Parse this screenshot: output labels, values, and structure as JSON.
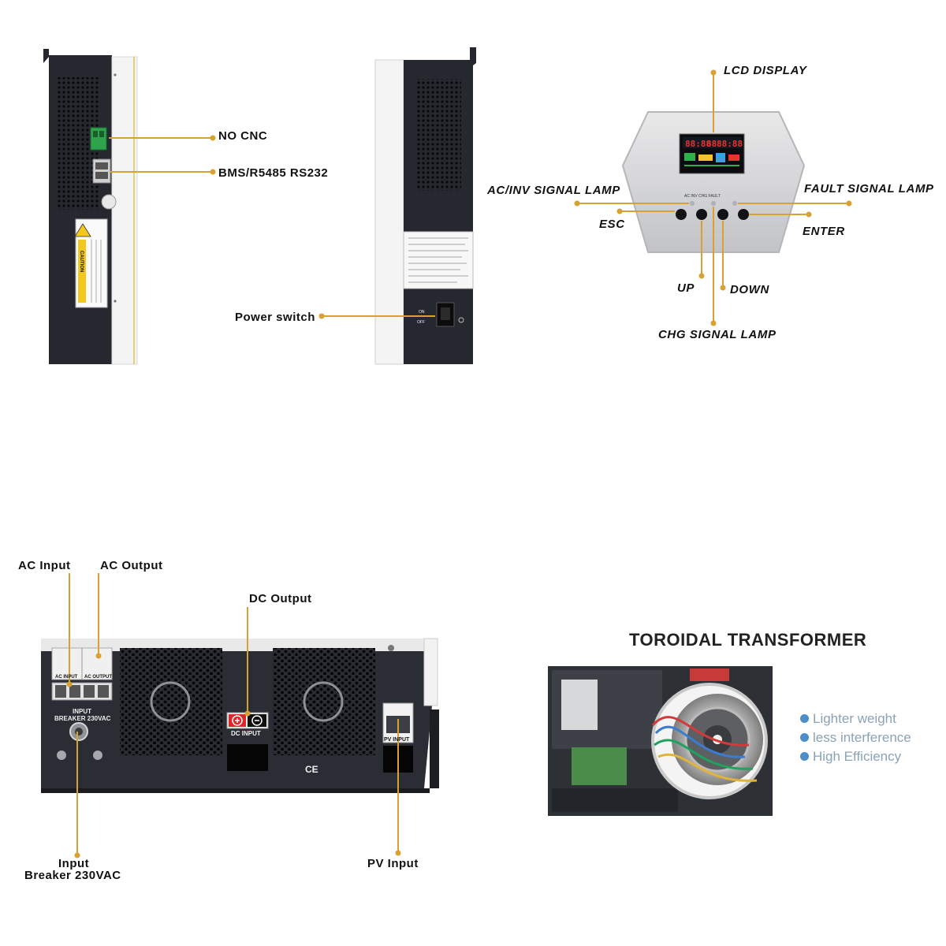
{
  "side_view": {
    "no_cnc": "NO CNC",
    "bms": "BMS/R5485 RS232",
    "caution": "CAUTION"
  },
  "rear_view": {
    "power_switch": "Power switch",
    "switch_on": "ON",
    "switch_off": "OFF"
  },
  "panel": {
    "lcd_display": "LCD DISPLAY",
    "ac_inv_lamp": "AC/INV SIGNAL LAMP",
    "fault_lamp": "FAULT SIGNAL LAMP",
    "esc": "ESC",
    "enter": "ENTER",
    "up": "UP",
    "down": "DOWN",
    "chg_lamp": "CHG SIGNAL LAMP",
    "lcd_digits": [
      "88:88",
      "88",
      "88:88"
    ]
  },
  "bottom_view": {
    "ac_input": "AC Input",
    "ac_output": "AC Output",
    "dc_output": "DC Output",
    "input_breaker_line1": "Input",
    "input_breaker_line2": "Breaker 230VAC",
    "pv_input": "PV Input",
    "dc_input_plate": "DC INPUT",
    "pv_input_plate": "PV INPUT",
    "ac_input_plate": "AC INPUT",
    "ac_output_plate": "AC OUTPUT",
    "breaker_plate_1": "INPUT",
    "breaker_plate_2": "BREAKER 230VAC",
    "ce_mark": "CE"
  },
  "transformer": {
    "title": "TOROIDAL TRANSFORMER",
    "features": [
      "Lighter weight",
      "less interference",
      "High Efficiency"
    ]
  },
  "colors": {
    "leader": "#d9a132",
    "casing_dark": "#25282e",
    "casing_light": "#f2f2f2",
    "accent_red": "#e0262b",
    "feature_dot": "#4b8ec8"
  }
}
